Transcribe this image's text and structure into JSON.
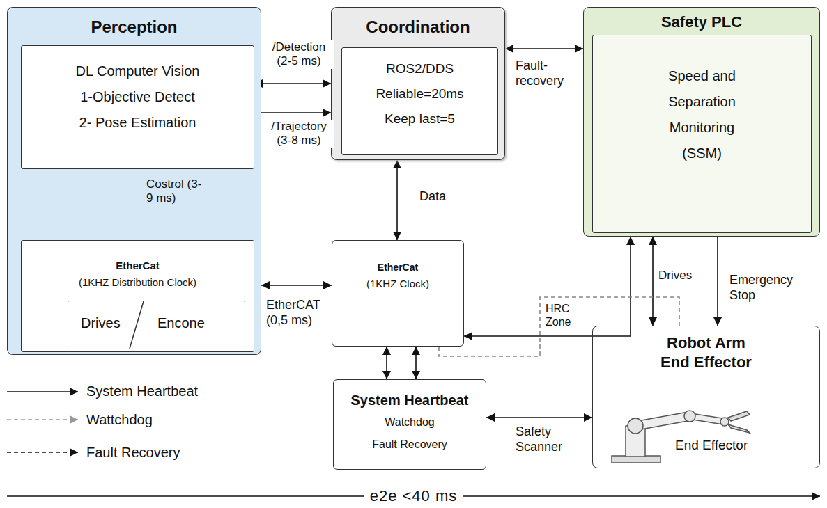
{
  "diagram": {
    "nodes": [
      {
        "text": [
          "Perception"
        ]
      },
      {
        "text": [
          "DL Computer Vision",
          "1-Objective Detect",
          "2- Pose Estimation"
        ],
        "in": 0
      },
      {
        "text": [
          "EtherCat",
          "(1KHZ Distribution Clock)"
        ],
        "in": 0
      },
      {
        "text": [
          "Drives",
          "Encone"
        ],
        "in": 2
      },
      {
        "text": [
          "Coordination"
        ]
      },
      {
        "text": [
          "ROS2/DDS",
          "Reliable=20ms",
          "Keep last=5"
        ],
        "in": 4
      },
      {
        "text": [
          "Safety PLC"
        ]
      },
      {
        "text": [
          "Speed and Separation Monitoring (SSM)"
        ],
        "in": 6
      },
      {
        "text": [
          "EtherCat",
          "(1KHZ Clock)"
        ]
      },
      {
        "text": [
          "System Heartbeat",
          "Watchdog",
          "Fault Recovery"
        ]
      },
      {
        "text": [
          "Robot Arm End Effector",
          "End Effector"
        ]
      }
    ],
    "edges": [
      {
        "from": 1,
        "to": 4,
        "arrow": "both",
        "label": "/Detection (2-5 ms)"
      },
      {
        "from": 1,
        "to": 4,
        "arrow": "to",
        "label": "/Trajectory (3-8 ms)"
      },
      {
        "from": 2,
        "to": 1,
        "arrow": "to",
        "label": "Costrol (3-9 ms)"
      },
      {
        "from": 4,
        "to": 6,
        "arrow": "both",
        "label": "Fault-recovery"
      },
      {
        "from": 4,
        "to": 8,
        "arrow": "both",
        "label": "Data"
      },
      {
        "from": 0,
        "to": 8,
        "arrow": "both",
        "label": "EtherCAT (0,5 ms)"
      },
      {
        "from": 8,
        "to": 6,
        "arrow": "both"
      },
      {
        "from": 6,
        "to": 10,
        "arrow": "both",
        "label": "Drives"
      },
      {
        "from": 6,
        "to": 10,
        "arrow": "to",
        "label": "Emergency Stop"
      },
      {
        "from": 8,
        "to": 9,
        "arrow": "both"
      },
      {
        "from": 8,
        "to": 9,
        "arrow": "both"
      },
      {
        "from": 8,
        "to": 10,
        "arrow": "none",
        "label": "HRC Zone"
      },
      {
        "from": 9,
        "to": 10,
        "arrow": "both",
        "label": "Safety Scanner"
      }
    ],
    "labels": [
      "e2e <40 ms"
    ],
    "legend": [
      {
        "text": "System Heartbeat"
      },
      {
        "text": "Wattchdog"
      },
      {
        "text": "Fault Recovery"
      }
    ]
  }
}
